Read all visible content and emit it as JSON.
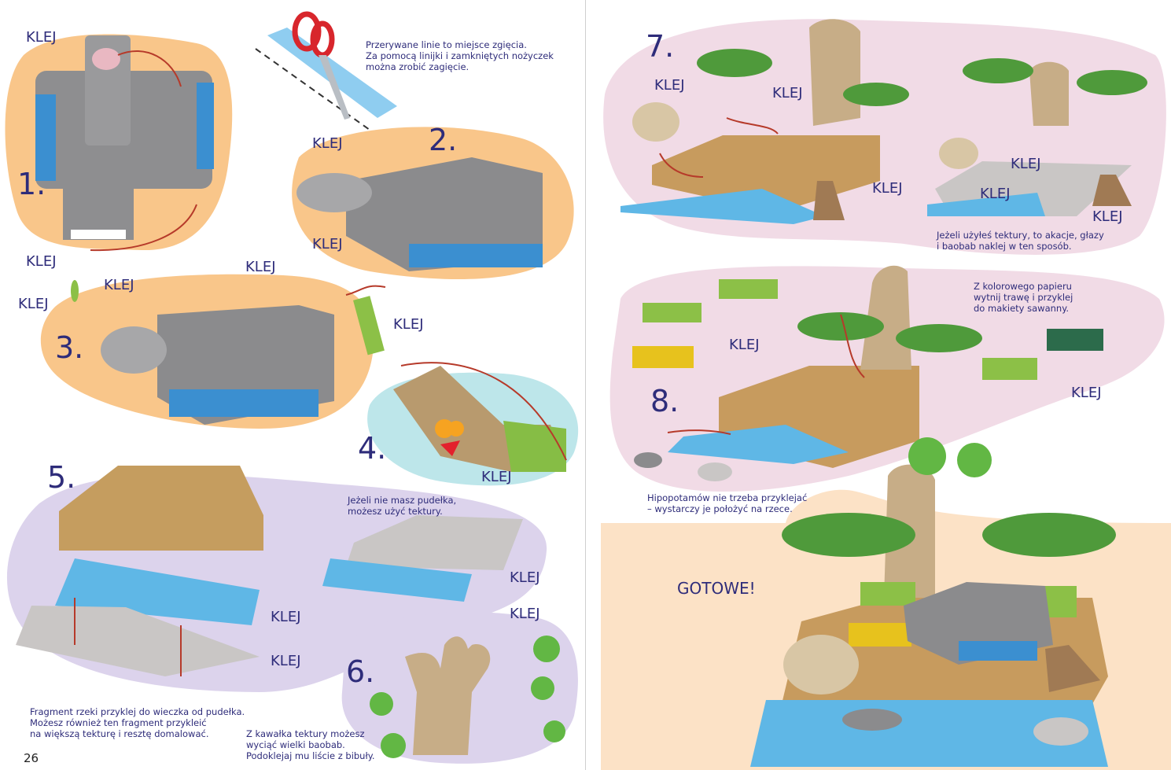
{
  "glue_label": "KLEJ",
  "left_page": {
    "page_number": "26",
    "steps": [
      "1.",
      "2.",
      "3.",
      "4.",
      "5.",
      "6."
    ],
    "notes": {
      "fold": "Przerywane linie to miejsce zgięcia.\nZa pomocą linijki i zamkniętych nożyczek\nmożna zrobić zagięcie.",
      "no_box": "Jeżeli nie masz pudełka,\nmożesz użyć tektury.",
      "river": "Fragment rzeki przyklej do wieczka od pudełka.\nMożesz również ten fragment przykleić\nna większą tekturę i resztę domalować.",
      "baobab": "Z kawałka tektury możesz\nwyciąć wielki baobab.\nPodoklejaj mu liście z bibuły."
    }
  },
  "right_page": {
    "steps": [
      "7.",
      "8."
    ],
    "notes": {
      "cardboard": "Jeżeli użyłeś tektury, to akacje, głazy\ni baobab naklej w ten sposób.",
      "grass": "Z kolorowego papieru\nwytnij trawę i przyklej\ndo makiety sawanny.",
      "hippos": "Hipopotamów nie trzeba przyklejać\n– wystarczy je położyć na rzece."
    },
    "finished": "GOTOWE!"
  },
  "colors": {
    "orange_blob": "#f9c68a",
    "lavender_blob": "#dcd3ec",
    "teal_blob": "#bde6ea",
    "pink_blob": "#f1dbe6",
    "peach_blob": "#fce2c6",
    "text": "#2e2c7a",
    "arrow": "#b63a2a"
  }
}
